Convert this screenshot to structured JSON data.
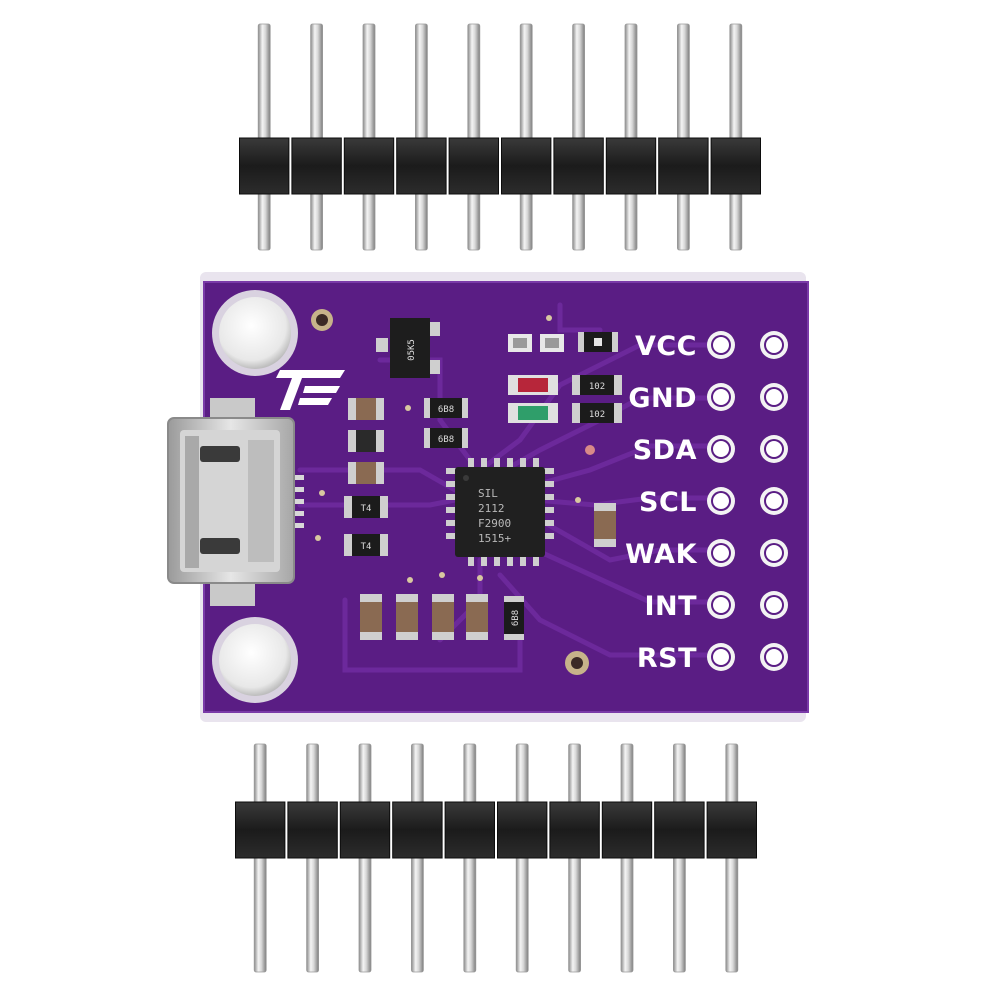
{
  "pin_labels": [
    "VCC",
    "GND",
    "SDA",
    "SCL",
    "WAK",
    "INT",
    "RST"
  ],
  "chip_marking": [
    "SIL",
    "2112",
    "F2900",
    "1515+"
  ],
  "resistor_codes": [
    "102",
    "102"
  ],
  "sot_marking": "05K5",
  "capacitor_codes": [
    "6B8",
    "6B8",
    "6B8"
  ],
  "diode_marking": [
    "T4",
    "T4"
  ],
  "header_pin_count": 10,
  "colors": {
    "pcb": "#5d1f88",
    "silkscreen": "#ffffff",
    "header_plastic": "#1c1c1c",
    "pins": "#c8c8c8"
  }
}
